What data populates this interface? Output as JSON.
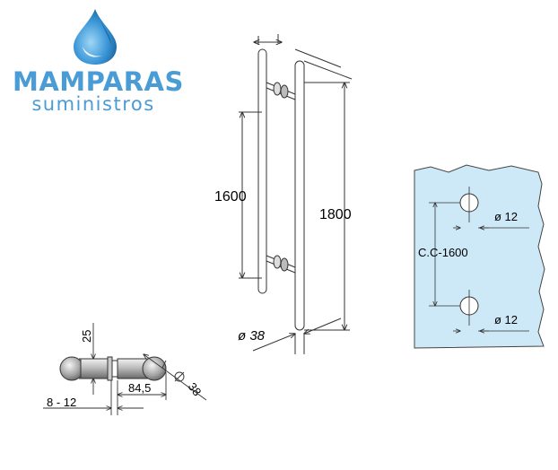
{
  "brand": {
    "name": "MAMPARAS",
    "tagline": "suministros",
    "logo_color": "#4a9cd6",
    "drop_icon": "water-drop-icon"
  },
  "dimensions": {
    "inner_length": "1600",
    "outer_length": "1800",
    "bar_diameter": "ø 38",
    "standoff_height": "25",
    "glass_thickness": "8 - 12",
    "projection": "84,5",
    "knob_diameter": "38",
    "hole_top_diameter": "ø 12",
    "hole_bottom_diameter": "ø 12",
    "center_to_center": "C.C-1600"
  },
  "colors": {
    "glass_panel": "#cde8f6",
    "line": "#333333"
  }
}
